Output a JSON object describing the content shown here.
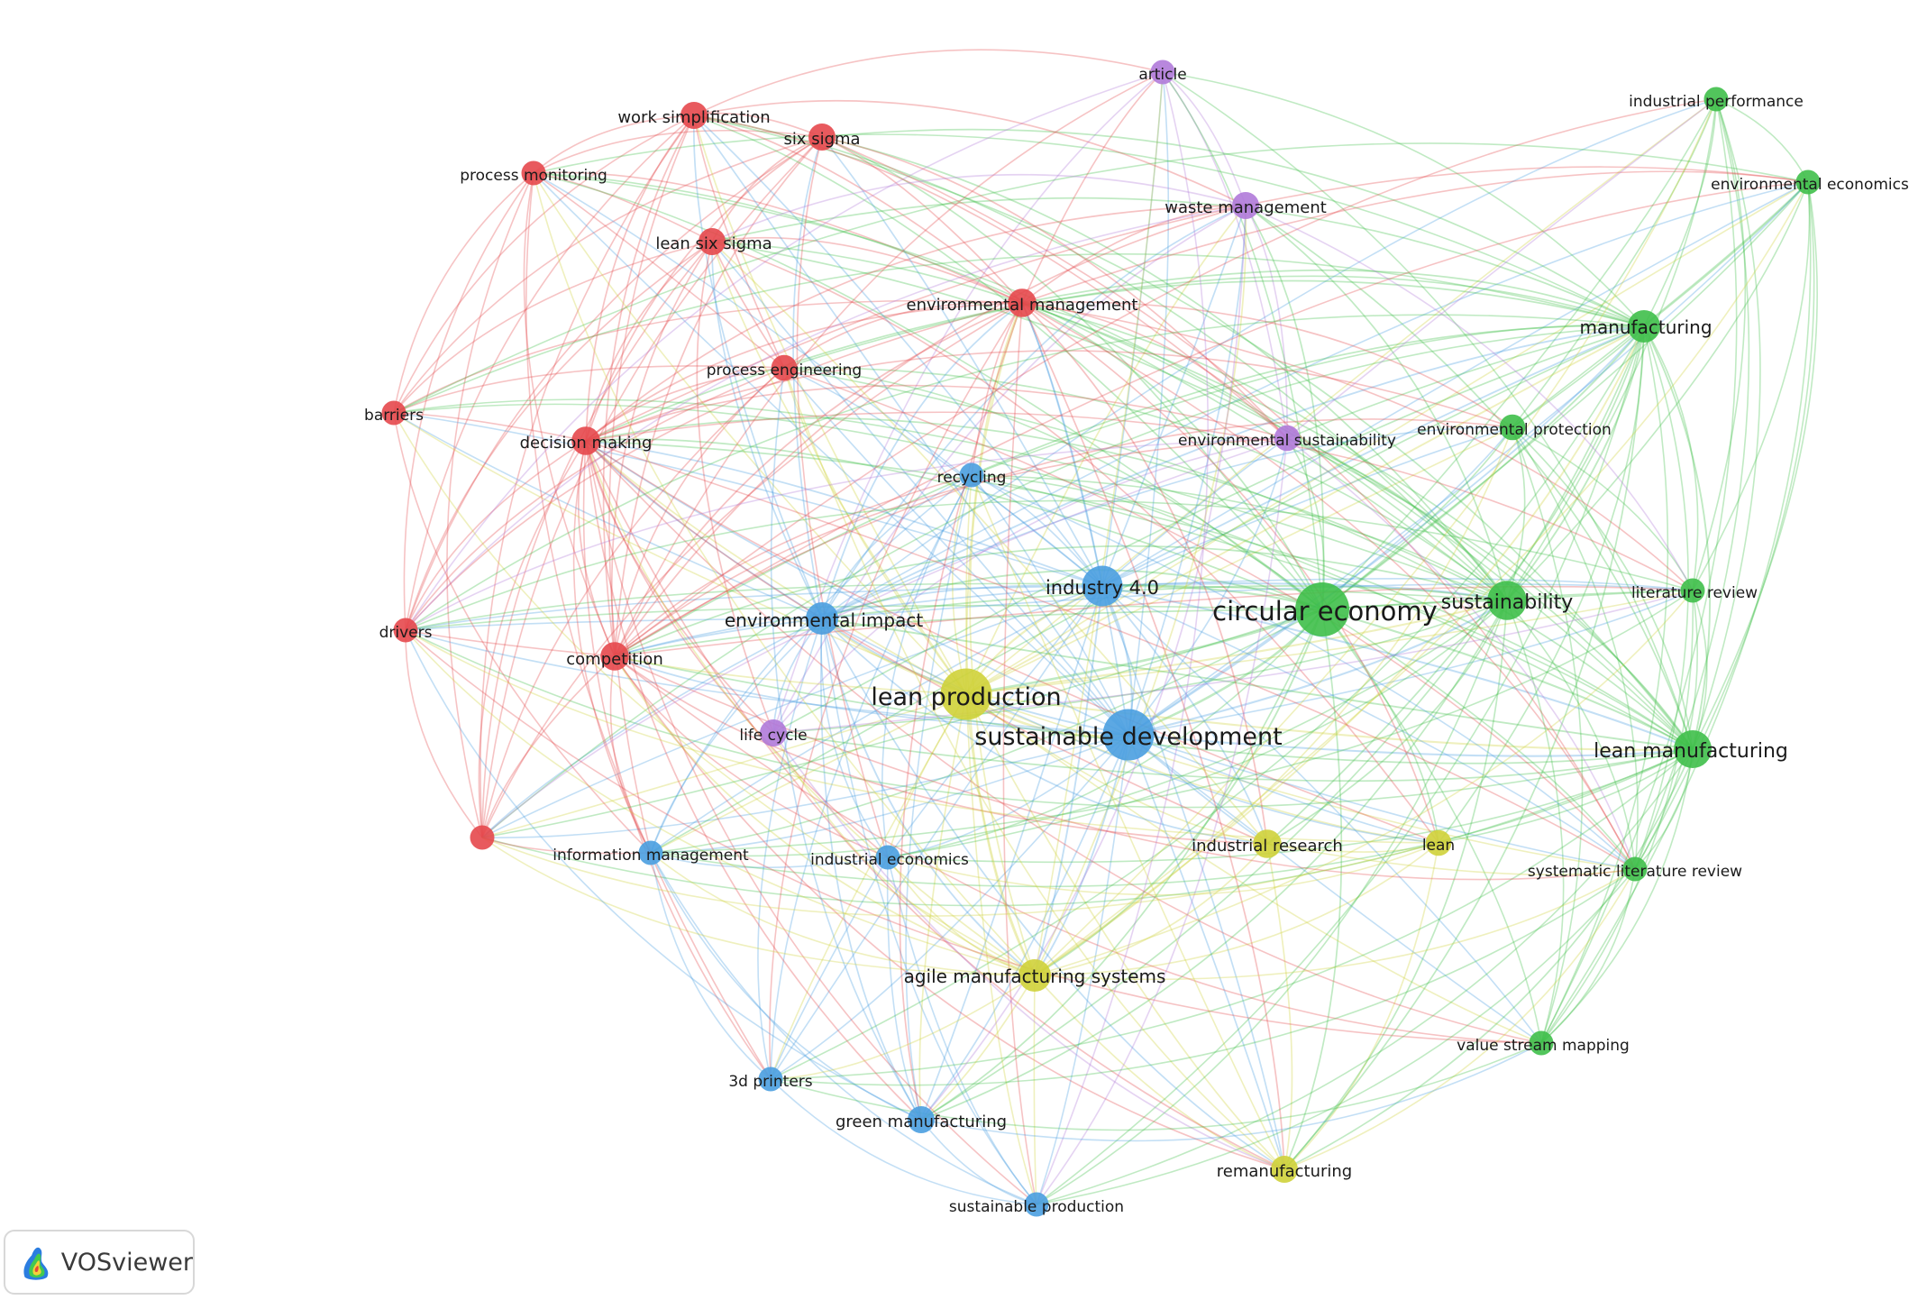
{
  "colors": {
    "red": "#e5484d",
    "green": "#3fbf4a",
    "blue": "#4a9ee0",
    "yellow": "#cfd23a",
    "purple": "#b07ad9"
  },
  "nodes": [
    {
      "id": "article",
      "label": "article",
      "cluster": "purple",
      "weight": 1
    },
    {
      "id": "industrial_performance",
      "label": "industrial performance",
      "cluster": "green",
      "weight": 1
    },
    {
      "id": "environmental_economics",
      "label": "environmental economics",
      "cluster": "green",
      "weight": 1
    },
    {
      "id": "work_simplification",
      "label": "work simplification",
      "cluster": "red",
      "weight": 1.2
    },
    {
      "id": "six_sigma",
      "label": "six sigma",
      "cluster": "red",
      "weight": 1.2
    },
    {
      "id": "process_monitoring",
      "label": "process monitoring",
      "cluster": "red",
      "weight": 1
    },
    {
      "id": "waste_management",
      "label": "waste management",
      "cluster": "purple",
      "weight": 1.2
    },
    {
      "id": "lean_six_sigma",
      "label": "lean six sigma",
      "cluster": "red",
      "weight": 1.2
    },
    {
      "id": "environmental_management",
      "label": "environmental management",
      "cluster": "red",
      "weight": 1.3
    },
    {
      "id": "manufacturing",
      "label": "manufacturing",
      "cluster": "green",
      "weight": 1.6
    },
    {
      "id": "process_engineering",
      "label": "process engineering",
      "cluster": "red",
      "weight": 1.1
    },
    {
      "id": "barriers",
      "label": "barriers",
      "cluster": "red",
      "weight": 1
    },
    {
      "id": "decision_making",
      "label": "decision making",
      "cluster": "red",
      "weight": 1.3
    },
    {
      "id": "environmental_sustainability",
      "label": "environmental sustainability",
      "cluster": "purple",
      "weight": 1.1
    },
    {
      "id": "environmental_protection",
      "label": "environmental protection",
      "cluster": "green",
      "weight": 1.1
    },
    {
      "id": "recycling",
      "label": "recycling",
      "cluster": "blue",
      "weight": 1
    },
    {
      "id": "industry_4_0",
      "label": "industry 4.0",
      "cluster": "blue",
      "weight": 2.2
    },
    {
      "id": "circular_economy",
      "label": "circular economy",
      "cluster": "green",
      "weight": 3.2
    },
    {
      "id": "sustainability",
      "label": "sustainability",
      "cluster": "green",
      "weight": 2.1
    },
    {
      "id": "literature_review",
      "label": "literature review",
      "cluster": "green",
      "weight": 1
    },
    {
      "id": "drivers",
      "label": "drivers",
      "cluster": "red",
      "weight": 1
    },
    {
      "id": "environmental_impact",
      "label": "environmental impact",
      "cluster": "blue",
      "weight": 1.6
    },
    {
      "id": "competition",
      "label": "competition",
      "cluster": "red",
      "weight": 1.3
    },
    {
      "id": "lean_production",
      "label": "lean production",
      "cluster": "yellow",
      "weight": 3.0
    },
    {
      "id": "sustainable_development",
      "label": "sustainable development",
      "cluster": "blue",
      "weight": 3.0
    },
    {
      "id": "life_cycle",
      "label": "life cycle",
      "cluster": "purple",
      "weight": 1.2
    },
    {
      "id": "lean_manufacturing",
      "label": "lean manufacturing",
      "cluster": "green",
      "weight": 2.0
    },
    {
      "id": "unlabeled_red",
      "label": "",
      "cluster": "red",
      "weight": 1
    },
    {
      "id": "information_management",
      "label": "information management",
      "cluster": "blue",
      "weight": 1
    },
    {
      "id": "industrial_economics",
      "label": "industrial economics",
      "cluster": "blue",
      "weight": 1
    },
    {
      "id": "industrial_research",
      "label": "industrial research",
      "cluster": "yellow",
      "weight": 1.3
    },
    {
      "id": "lean",
      "label": "lean",
      "cluster": "yellow",
      "weight": 1.1
    },
    {
      "id": "systematic_literature_review",
      "label": "systematic literature review",
      "cluster": "green",
      "weight": 1
    },
    {
      "id": "agile_manufacturing_systems",
      "label": "agile manufacturing systems",
      "cluster": "yellow",
      "weight": 1.6
    },
    {
      "id": "value_stream_mapping",
      "label": "value stream mapping",
      "cluster": "green",
      "weight": 1
    },
    {
      "id": "3d_printers",
      "label": "3d printers",
      "cluster": "blue",
      "weight": 1
    },
    {
      "id": "green_manufacturing",
      "label": "green manufacturing",
      "cluster": "blue",
      "weight": 1.2
    },
    {
      "id": "remanufacturing",
      "label": "remanufacturing",
      "cluster": "yellow",
      "weight": 1.2
    },
    {
      "id": "sustainable_production",
      "label": "sustainable production",
      "cluster": "blue",
      "weight": 1
    }
  ],
  "logo": {
    "text": "VOSviewer"
  }
}
